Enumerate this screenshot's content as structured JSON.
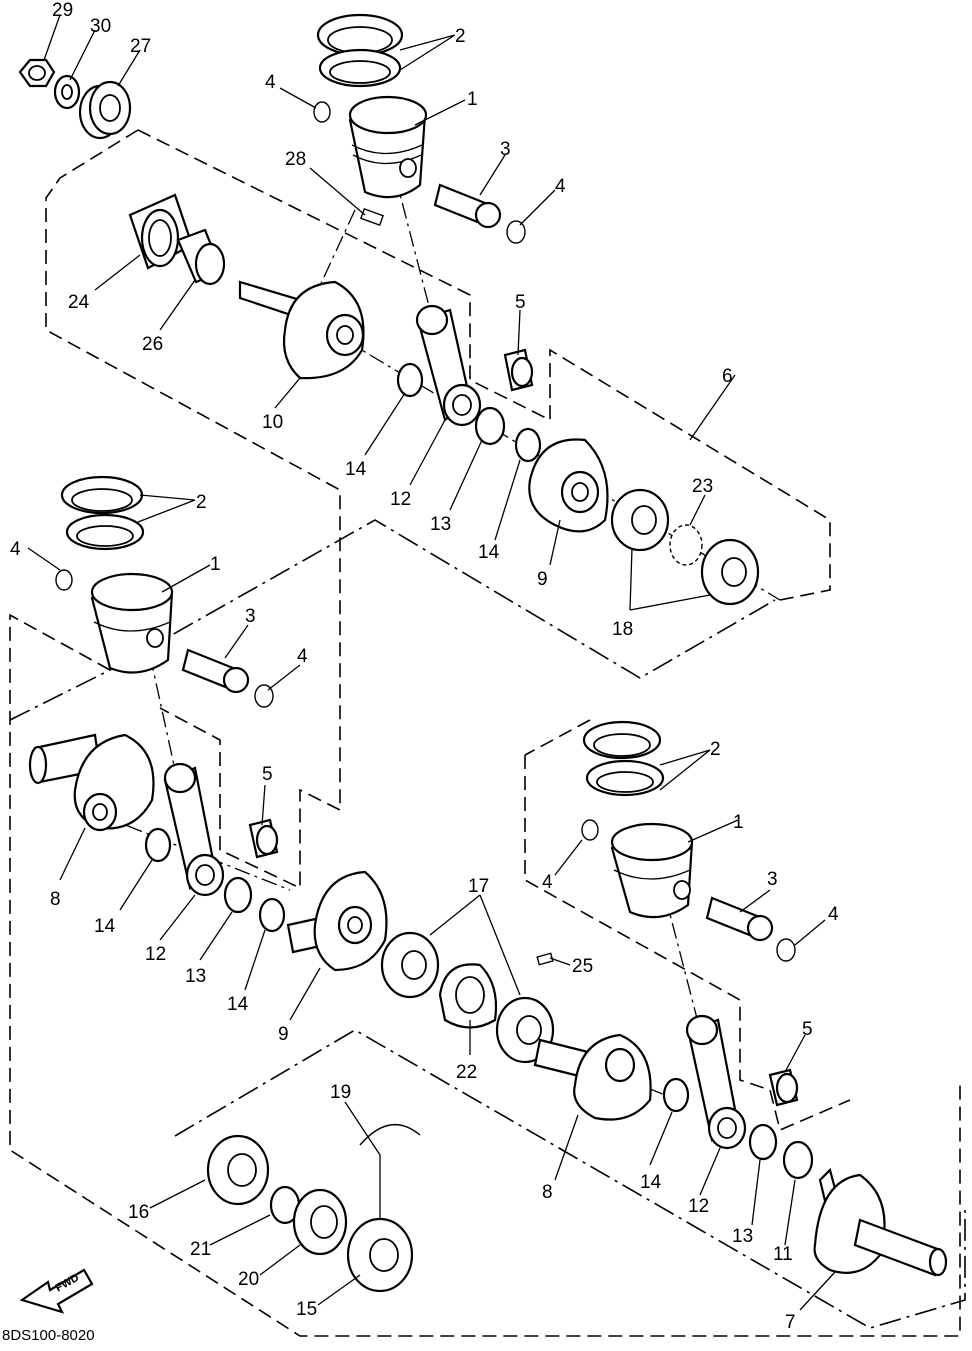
{
  "diagram_code": "8DS100-8020",
  "fwd_label": "FWD",
  "labels": [
    "1",
    "2",
    "3",
    "4",
    "5",
    "6",
    "7",
    "8",
    "9",
    "10",
    "11",
    "12",
    "13",
    "14",
    "15",
    "16",
    "17",
    "18",
    "19",
    "20",
    "21",
    "22",
    "23",
    "24",
    "25",
    "26",
    "27",
    "28",
    "29",
    "30"
  ]
}
